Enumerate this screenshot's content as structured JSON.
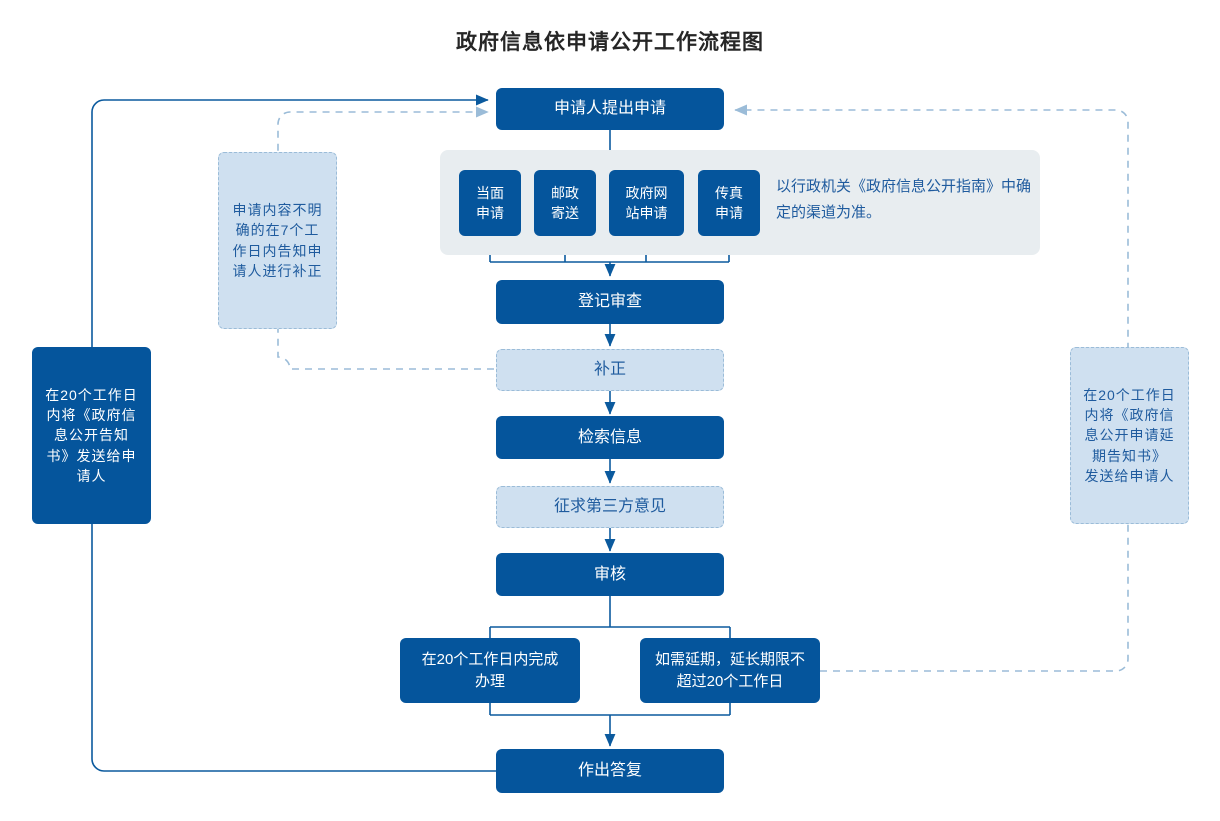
{
  "title": "政府信息依申请公开工作流程图",
  "colors": {
    "primary": "#05559c",
    "light": "#cfe0f0",
    "light_text": "#1f5b9e",
    "panel": "#e8edf0",
    "dashed_line": "#9bbcd8",
    "solid_line": "#0b5a9e",
    "title_text": "#262626"
  },
  "flow": {
    "start": "申请人提出申请",
    "channels": [
      "当面申请",
      "邮政寄送",
      "政府网站申请",
      "传真申请"
    ],
    "channel_note": "以行政机关《政府信息公开指南》中确定的渠道为准。",
    "steps": [
      {
        "label": "登记审查",
        "style": "solid"
      },
      {
        "label": "补正",
        "style": "light"
      },
      {
        "label": "检索信息",
        "style": "solid"
      },
      {
        "label": "征求第三方意见",
        "style": "light"
      },
      {
        "label": "审核",
        "style": "solid"
      }
    ],
    "branch_left": "在20个工作日内完成办理",
    "branch_right": "如需延期，延长期限不超过20个工作日",
    "end": "作出答复"
  },
  "notes": {
    "correction": "申请内容不明确的在7个工作日内告知申请人进行补正",
    "left_notice": "在20个工作日内将《政府信息公开告知书》发送给申请人",
    "right_notice": "在20个工作日内将《政府信息公开申请延期告知书》 发送给申请人"
  }
}
